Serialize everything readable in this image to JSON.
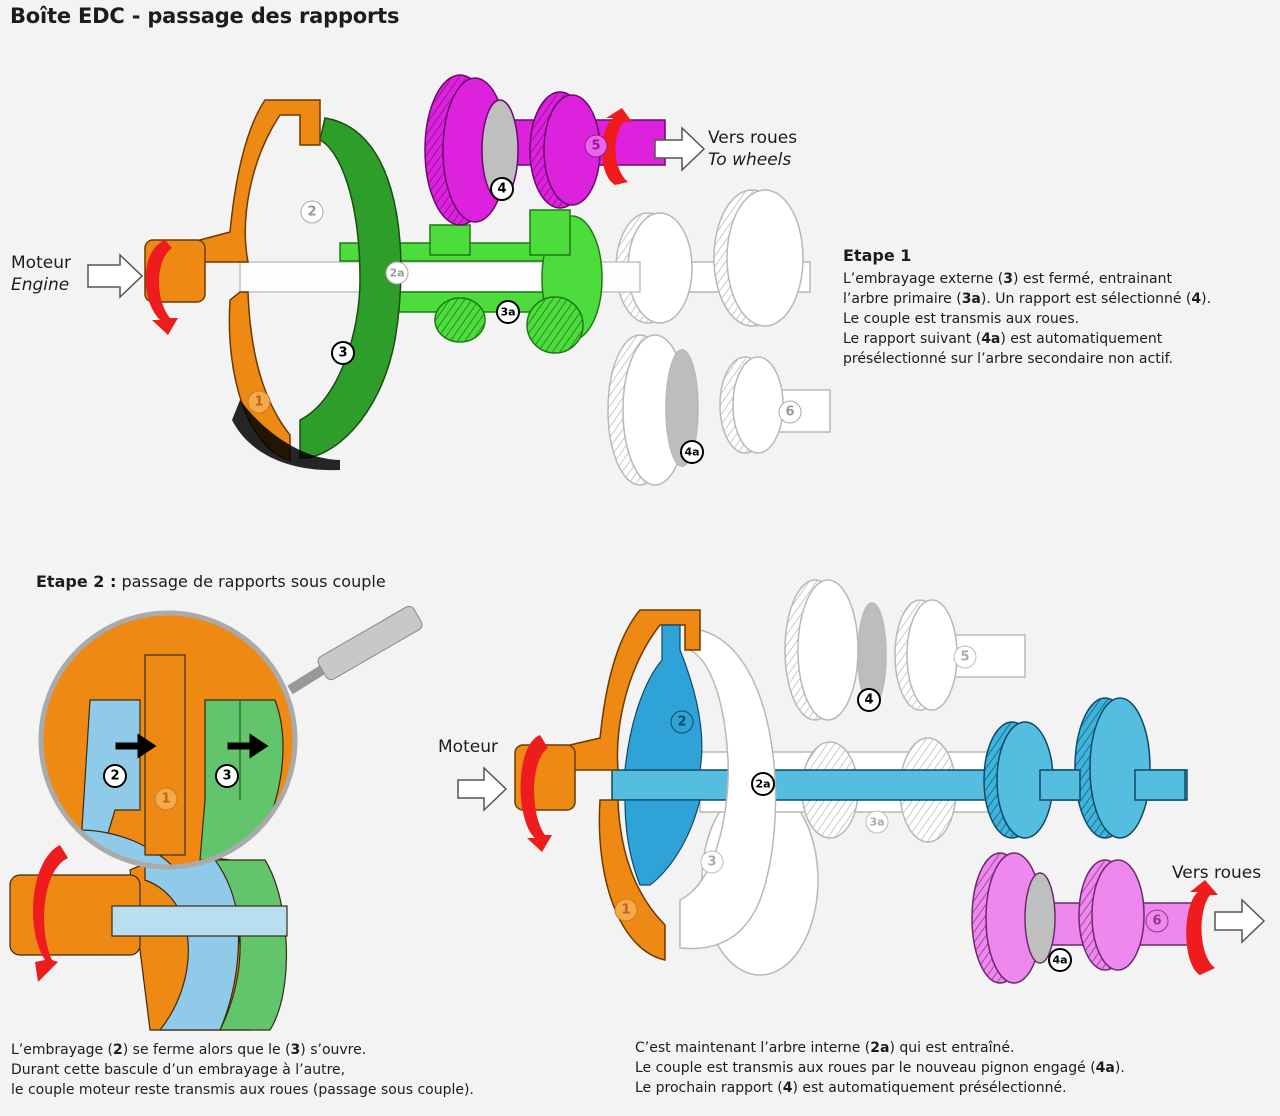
{
  "title": "Boîte EDC - passage des rapports",
  "colors": {
    "clutch_housing": "#ee8a14",
    "clutch_outer_green": "#2e9e2a",
    "shaft_primary_green": "#4cdd3c",
    "selected_gear_magenta": "#dd22dd",
    "inactive_outline": "#bbbbbb",
    "inner_clutch_blue": "#2fa3d8",
    "shaft_blue": "#54bde0",
    "gear_pink": "#ee88ee",
    "rotation_arrow_red": "#ee1c1c",
    "zoom_green": "#63c56b",
    "zoom_blue": "#8fcbe8"
  },
  "step1": {
    "heading": "Etape 1",
    "lines": [
      [
        {
          "t": "L’embrayage externe ("
        },
        {
          "t": "3",
          "b": true
        },
        {
          "t": ") est fermé, entrainant"
        }
      ],
      [
        {
          "t": "l’arbre primaire ("
        },
        {
          "t": "3a",
          "b": true
        },
        {
          "t": "). Un rapport est sélectionné ("
        },
        {
          "t": "4",
          "b": true
        },
        {
          "t": ")."
        }
      ],
      [
        {
          "t": "Le couple est transmis aux roues."
        }
      ],
      [
        {
          "t": "Le rapport suivant ("
        },
        {
          "t": "4a",
          "b": true
        },
        {
          "t": ") est automatiquement"
        }
      ],
      [
        {
          "t": "présélectionné sur l’arbre secondaire non actif."
        }
      ]
    ],
    "input_label": "Moteur",
    "input_label_en": "Engine",
    "output_label": "Vers roues",
    "output_label_en": "To wheels",
    "markers": [
      "1",
      "2",
      "2a",
      "3",
      "3a",
      "4",
      "4a",
      "5",
      "6"
    ]
  },
  "step2": {
    "heading": "Etape 2 :",
    "heading_sub": "passage de rapports sous couple",
    "zoom_markers": [
      "2",
      "1",
      "3"
    ],
    "left_caption": [
      [
        {
          "t": "L’embrayage ("
        },
        {
          "t": "2",
          "b": true
        },
        {
          "t": ") se ferme alors que le ("
        },
        {
          "t": "3",
          "b": true
        },
        {
          "t": ") s’ouvre."
        }
      ],
      [
        {
          "t": "Durant cette bascule d’un embrayage à l’autre,"
        }
      ],
      [
        {
          "t": "le couple moteur reste transmis aux roues (passage sous couple)."
        }
      ]
    ],
    "input_label": "Moteur",
    "output_label": "Vers roues",
    "markers": [
      "1",
      "2",
      "2a",
      "3",
      "3a",
      "4",
      "4a",
      "5",
      "6"
    ],
    "right_caption": [
      [
        {
          "t": "C’est maintenant l’arbre interne ("
        },
        {
          "t": "2a",
          "b": true
        },
        {
          "t": ") qui est entraîné."
        }
      ],
      [
        {
          "t": "Le couple est transmis aux roues par le nouveau pignon engagé ("
        },
        {
          "t": "4a",
          "b": true
        },
        {
          "t": ")."
        }
      ],
      [
        {
          "t": "Le prochain rapport ("
        },
        {
          "t": "4",
          "b": true
        },
        {
          "t": ") est automatiquement présélectionné."
        }
      ]
    ]
  }
}
